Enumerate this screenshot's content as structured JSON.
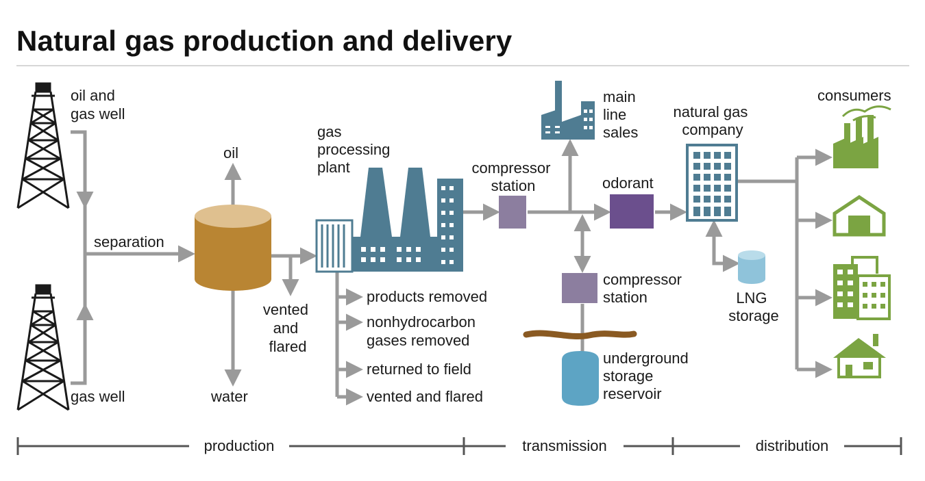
{
  "title": "Natural gas production and delivery",
  "labels": {
    "oil_gas_well": [
      "oil and",
      "gas well"
    ],
    "gas_well": "gas well",
    "separation": "separation",
    "oil": "oil",
    "water": "water",
    "vented_flared_sep": [
      "vented",
      "and",
      "flared"
    ],
    "gas_processing_plant": [
      "gas",
      "processing",
      "plant"
    ],
    "products_removed": "products removed",
    "nonhydrocarbon": [
      "nonhydrocarbon",
      "gases removed"
    ],
    "returned_to_field": "returned to field",
    "vented_and_flared": "vented and flared",
    "compressor_station_1": [
      "compressor",
      "station"
    ],
    "main_line_sales": [
      "main",
      "line",
      "sales"
    ],
    "odorant": "odorant",
    "compressor_station_2": [
      "compressor",
      "station"
    ],
    "underground_storage": [
      "underground",
      "storage",
      "reservoir"
    ],
    "natural_gas_company": [
      "natural gas",
      "company"
    ],
    "lng_storage": [
      "LNG",
      "storage"
    ],
    "consumers": "consumers"
  },
  "timeline": {
    "production": "production",
    "transmission": "transmission",
    "distribution": "distribution"
  },
  "colors": {
    "arrow": "#9a9a9a",
    "plant": "#4f7c92",
    "separator": "#b98533",
    "separator_top": "#dfc08f",
    "compressor": "#8c7e9f",
    "odorant": "#6b4f8d",
    "storage": "#5da4c4",
    "lng": "#8fc3da",
    "earth": "#8a5a22",
    "consumer": "#7ba442",
    "tower": "#1a1a1a",
    "timeline": "#555555"
  }
}
